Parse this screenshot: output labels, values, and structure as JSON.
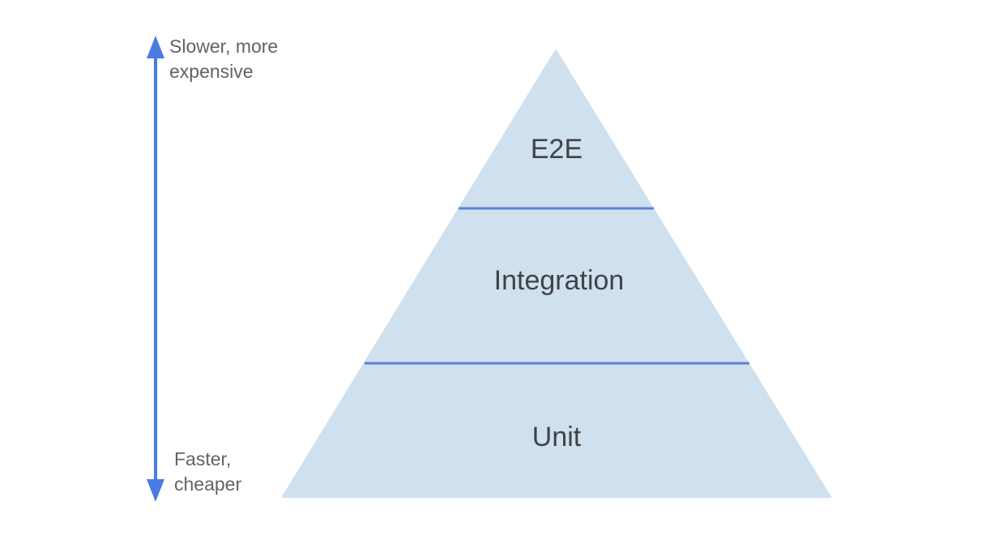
{
  "diagram": {
    "title": "test-pyramid",
    "axis": {
      "top_label": "Slower, more\nexpensive",
      "bottom_label": "Faster,\ncheaper"
    },
    "pyramid": {
      "levels": [
        {
          "label": "E2E"
        },
        {
          "label": "Integration"
        },
        {
          "label": "Unit"
        }
      ]
    },
    "colors": {
      "arrow": "#4a7be0",
      "pyramid_fill": "#cfe0ef",
      "divider": "#5e81d6",
      "side_label_text": "#5f6368",
      "level_label_text": "#404347",
      "background": "#ffffff"
    }
  }
}
